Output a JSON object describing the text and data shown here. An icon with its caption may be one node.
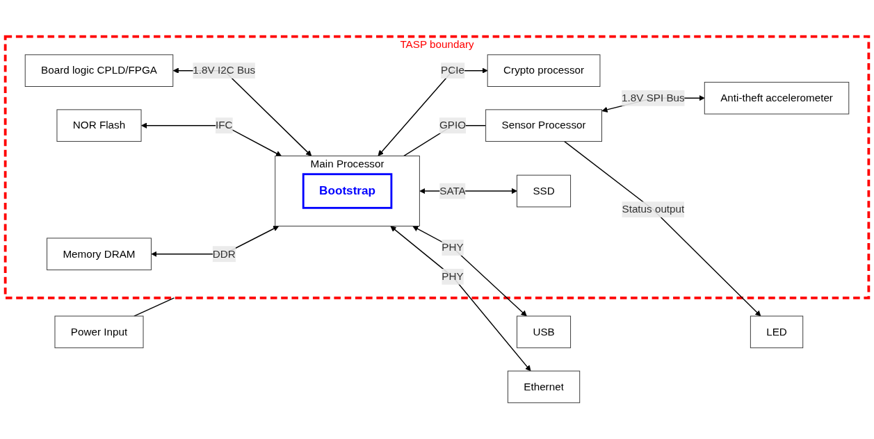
{
  "diagram": {
    "nodes": [
      {
        "text": [
          "TASP boundary"
        ]
      },
      {
        "text": [
          "Board logic CPLD/FPGA"
        ],
        "in": 0
      },
      {
        "text": [
          "NOR Flash"
        ],
        "in": 0
      },
      {
        "text": [
          "Memory DRAM"
        ],
        "in": 0
      },
      {
        "text": [
          "Main Processor"
        ],
        "in": 0
      },
      {
        "text": [
          "Bootstrap"
        ],
        "in": 4
      },
      {
        "text": [
          "Crypto processor"
        ],
        "in": 0
      },
      {
        "text": [
          "Sensor Processor"
        ],
        "in": 0
      },
      {
        "text": [
          "Anti-theft accelerometer"
        ],
        "in": 0
      },
      {
        "text": [
          "SSD"
        ],
        "in": 0
      },
      {
        "text": [
          "LED"
        ]
      },
      {
        "text": [
          "Power Input"
        ]
      },
      {
        "text": [
          "USB"
        ]
      },
      {
        "text": [
          "Ethernet"
        ]
      }
    ],
    "edges": [
      {
        "from": 1,
        "to": 4,
        "arrow": "both",
        "label": "1.8V I2C Bus"
      },
      {
        "from": 2,
        "to": 4,
        "arrow": "both",
        "label": "IFC"
      },
      {
        "from": 3,
        "to": 4,
        "arrow": "both",
        "label": "DDR"
      },
      {
        "from": 4,
        "to": 6,
        "arrow": "both",
        "label": "PCIe"
      },
      {
        "from": 4,
        "to": 7,
        "arrow": "none",
        "label": "GPIO"
      },
      {
        "from": 7,
        "to": 10,
        "arrow": "to",
        "label": "Status output"
      },
      {
        "from": 7,
        "to": 8,
        "arrow": "both",
        "label": "1.8V SPI Bus"
      },
      {
        "from": 4,
        "to": 9,
        "arrow": "both",
        "label": "SATA"
      },
      {
        "from": 4,
        "to": 12,
        "arrow": "both",
        "label": "PHY"
      },
      {
        "from": 4,
        "to": 13,
        "arrow": "both",
        "label": "PHY"
      },
      {
        "from": 11,
        "to": 0,
        "arrow": "none"
      }
    ]
  }
}
